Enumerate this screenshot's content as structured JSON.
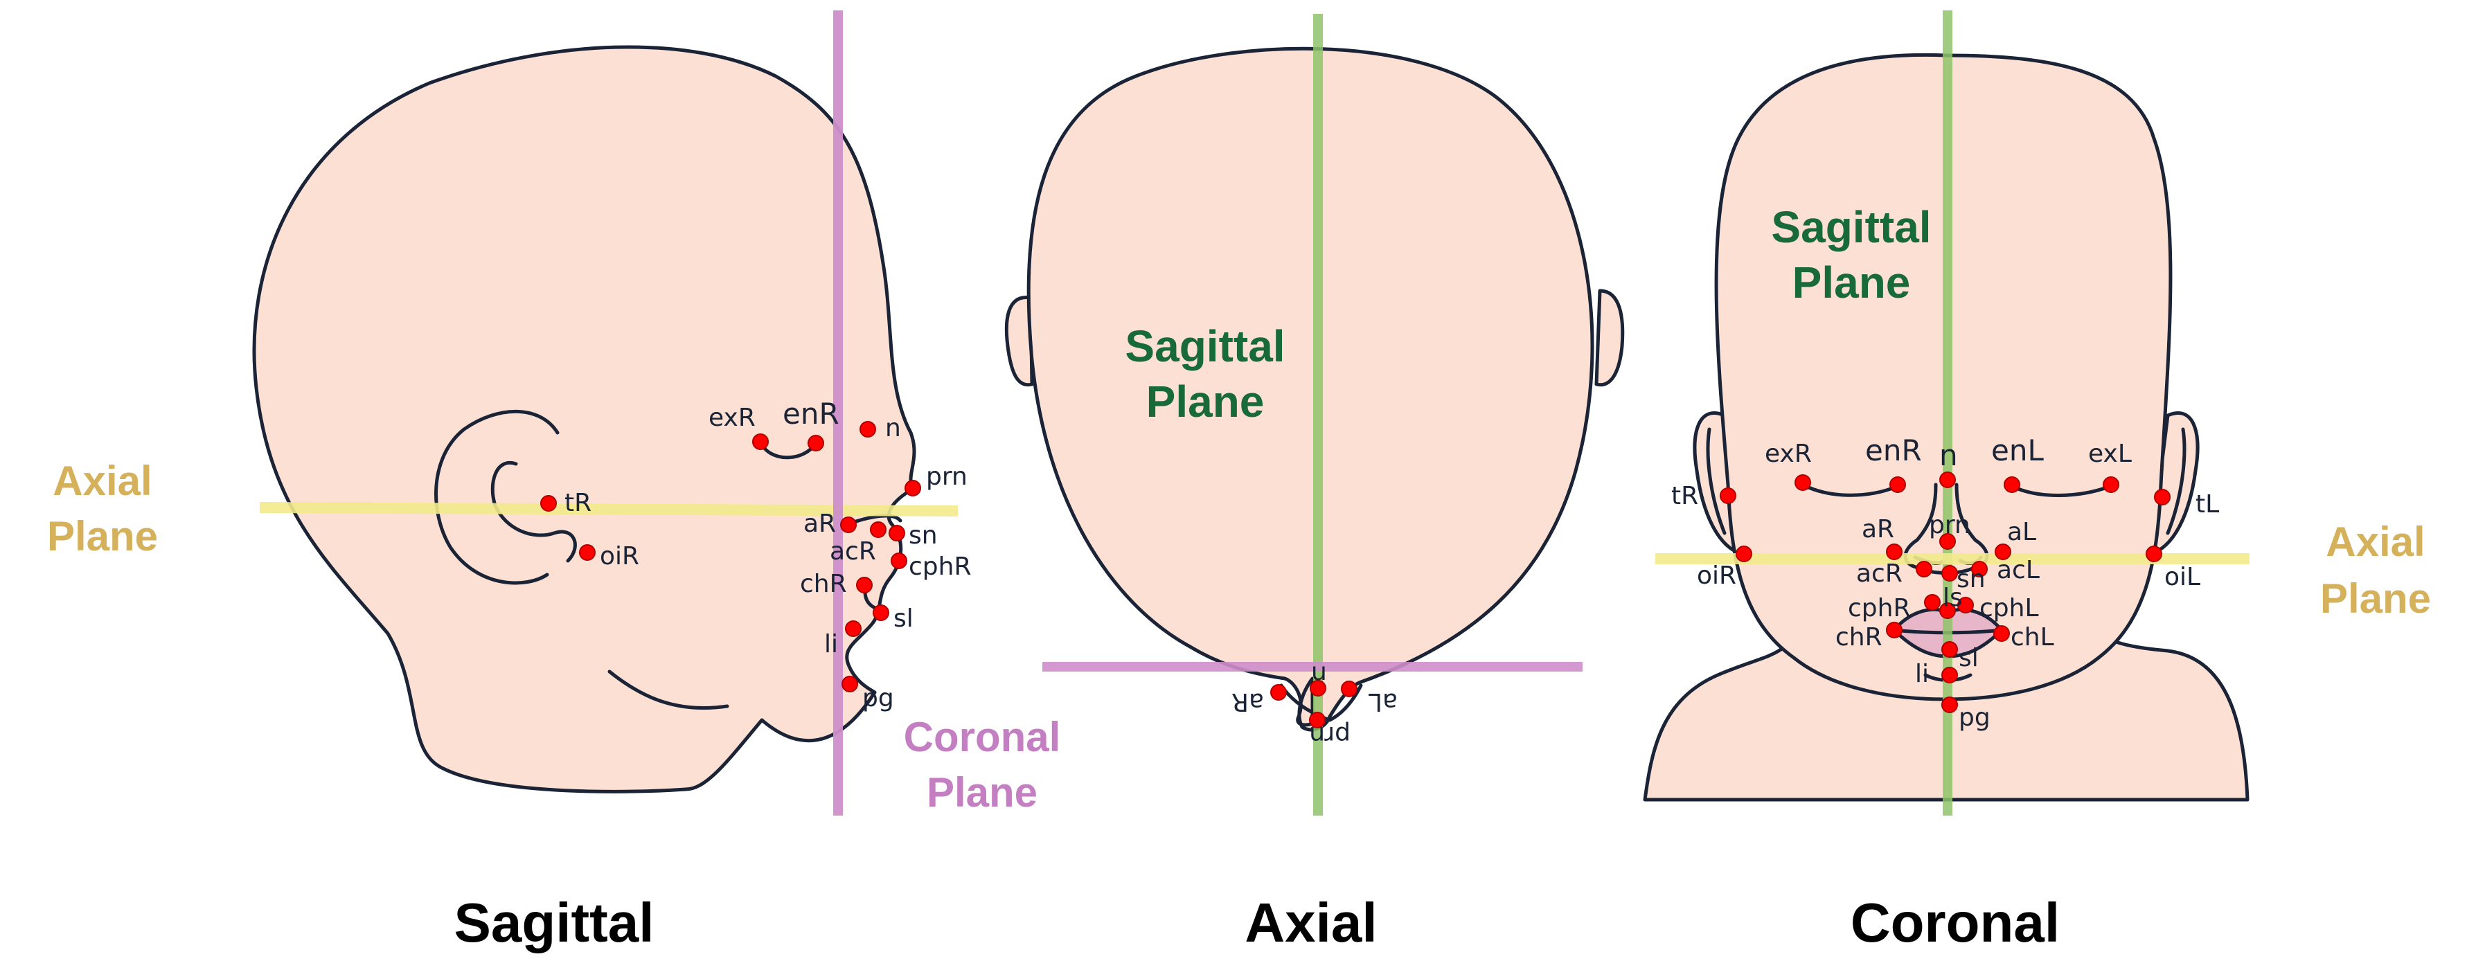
{
  "titles": {
    "sagittal": "Sagittal",
    "axial": "Axial",
    "coronal": "Coronal"
  },
  "planes": {
    "axial_line1": "Axial",
    "axial_line2": "Plane",
    "coronal_line1": "Coronal",
    "coronal_line2": "Plane",
    "sagittal_line1": "Sagittal",
    "sagittal_line2": "Plane"
  },
  "colors": {
    "skin": "#fbe0d3",
    "outline": "#1b2336",
    "landmark": "#ff0000",
    "sagittal_plane": "#8fc46a",
    "axial_plane": "#f3ea8c",
    "coronal_plane": "#cf8fcb",
    "sagittal_text": "#186a38",
    "axial_text": "#d4b15a",
    "coronal_text": "#c47ec2"
  },
  "landmarks": {
    "sagittal": {
      "exR": "exR",
      "enR": "enR",
      "n": "n",
      "prn": "prn",
      "tR": "tR",
      "oiR": "oiR",
      "aR": "aR",
      "sn": "sn",
      "acR": "acR",
      "cphR": "cphR",
      "chR": "chR",
      "sl": "sl",
      "li": "li",
      "pg": "pg"
    },
    "axial": {
      "u": "u",
      "aR": "aR",
      "aL": "aL",
      "prn": "prn"
    },
    "coronal": {
      "exR": "exR",
      "enR": "enR",
      "n": "n",
      "enL": "enL",
      "exL": "exL",
      "tR": "tR",
      "tL": "tL",
      "aR": "aR",
      "prn": "prn",
      "aL": "aL",
      "acR": "acR",
      "sn": "sn",
      "acL": "acL",
      "oiR": "oiR",
      "oiL": "oiL",
      "cphR": "cphR",
      "ls": "ls",
      "cphL": "cphL",
      "chR": "chR",
      "chL": "chL",
      "sl": "sl",
      "li": "li",
      "pg": "pg"
    }
  }
}
